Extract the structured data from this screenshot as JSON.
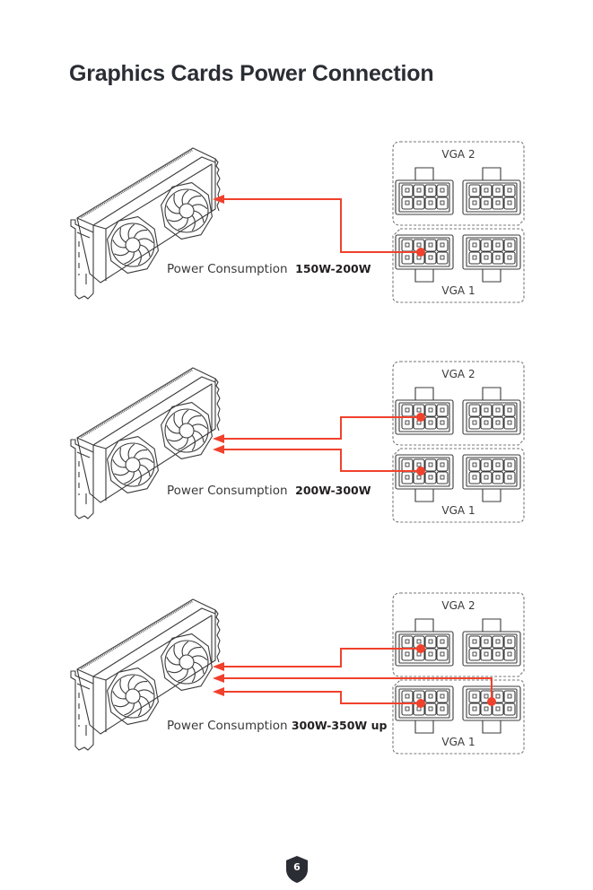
{
  "page": {
    "title": "Graphics Cards Power Connection",
    "page_number": "6"
  },
  "colors": {
    "accent_red": "#f0412c",
    "line_gray": "#3b3b3b",
    "title_dark": "#2b2d34"
  },
  "sections": [
    {
      "caption_label": "Power Consumption",
      "caption_value": "150W-200W",
      "psu_groups": [
        {
          "label": "VGA 2"
        },
        {
          "label": "VGA 1"
        }
      ],
      "connections": [
        {
          "from": "VGA 1",
          "connector": "left"
        }
      ]
    },
    {
      "caption_label": "Power Consumption",
      "caption_value": "200W-300W",
      "psu_groups": [
        {
          "label": "VGA 2"
        },
        {
          "label": "VGA 1"
        }
      ],
      "connections": [
        {
          "from": "VGA 2",
          "connector": "left"
        },
        {
          "from": "VGA 1",
          "connector": "left"
        }
      ]
    },
    {
      "caption_label": "Power Consumption",
      "caption_value": "300W-350W up",
      "psu_groups": [
        {
          "label": "VGA 2"
        },
        {
          "label": "VGA 1"
        }
      ],
      "connections": [
        {
          "from": "VGA 2",
          "connector": "left"
        },
        {
          "from": "VGA 1",
          "connector": "right"
        },
        {
          "from": "VGA 1",
          "connector": "left"
        }
      ]
    }
  ]
}
